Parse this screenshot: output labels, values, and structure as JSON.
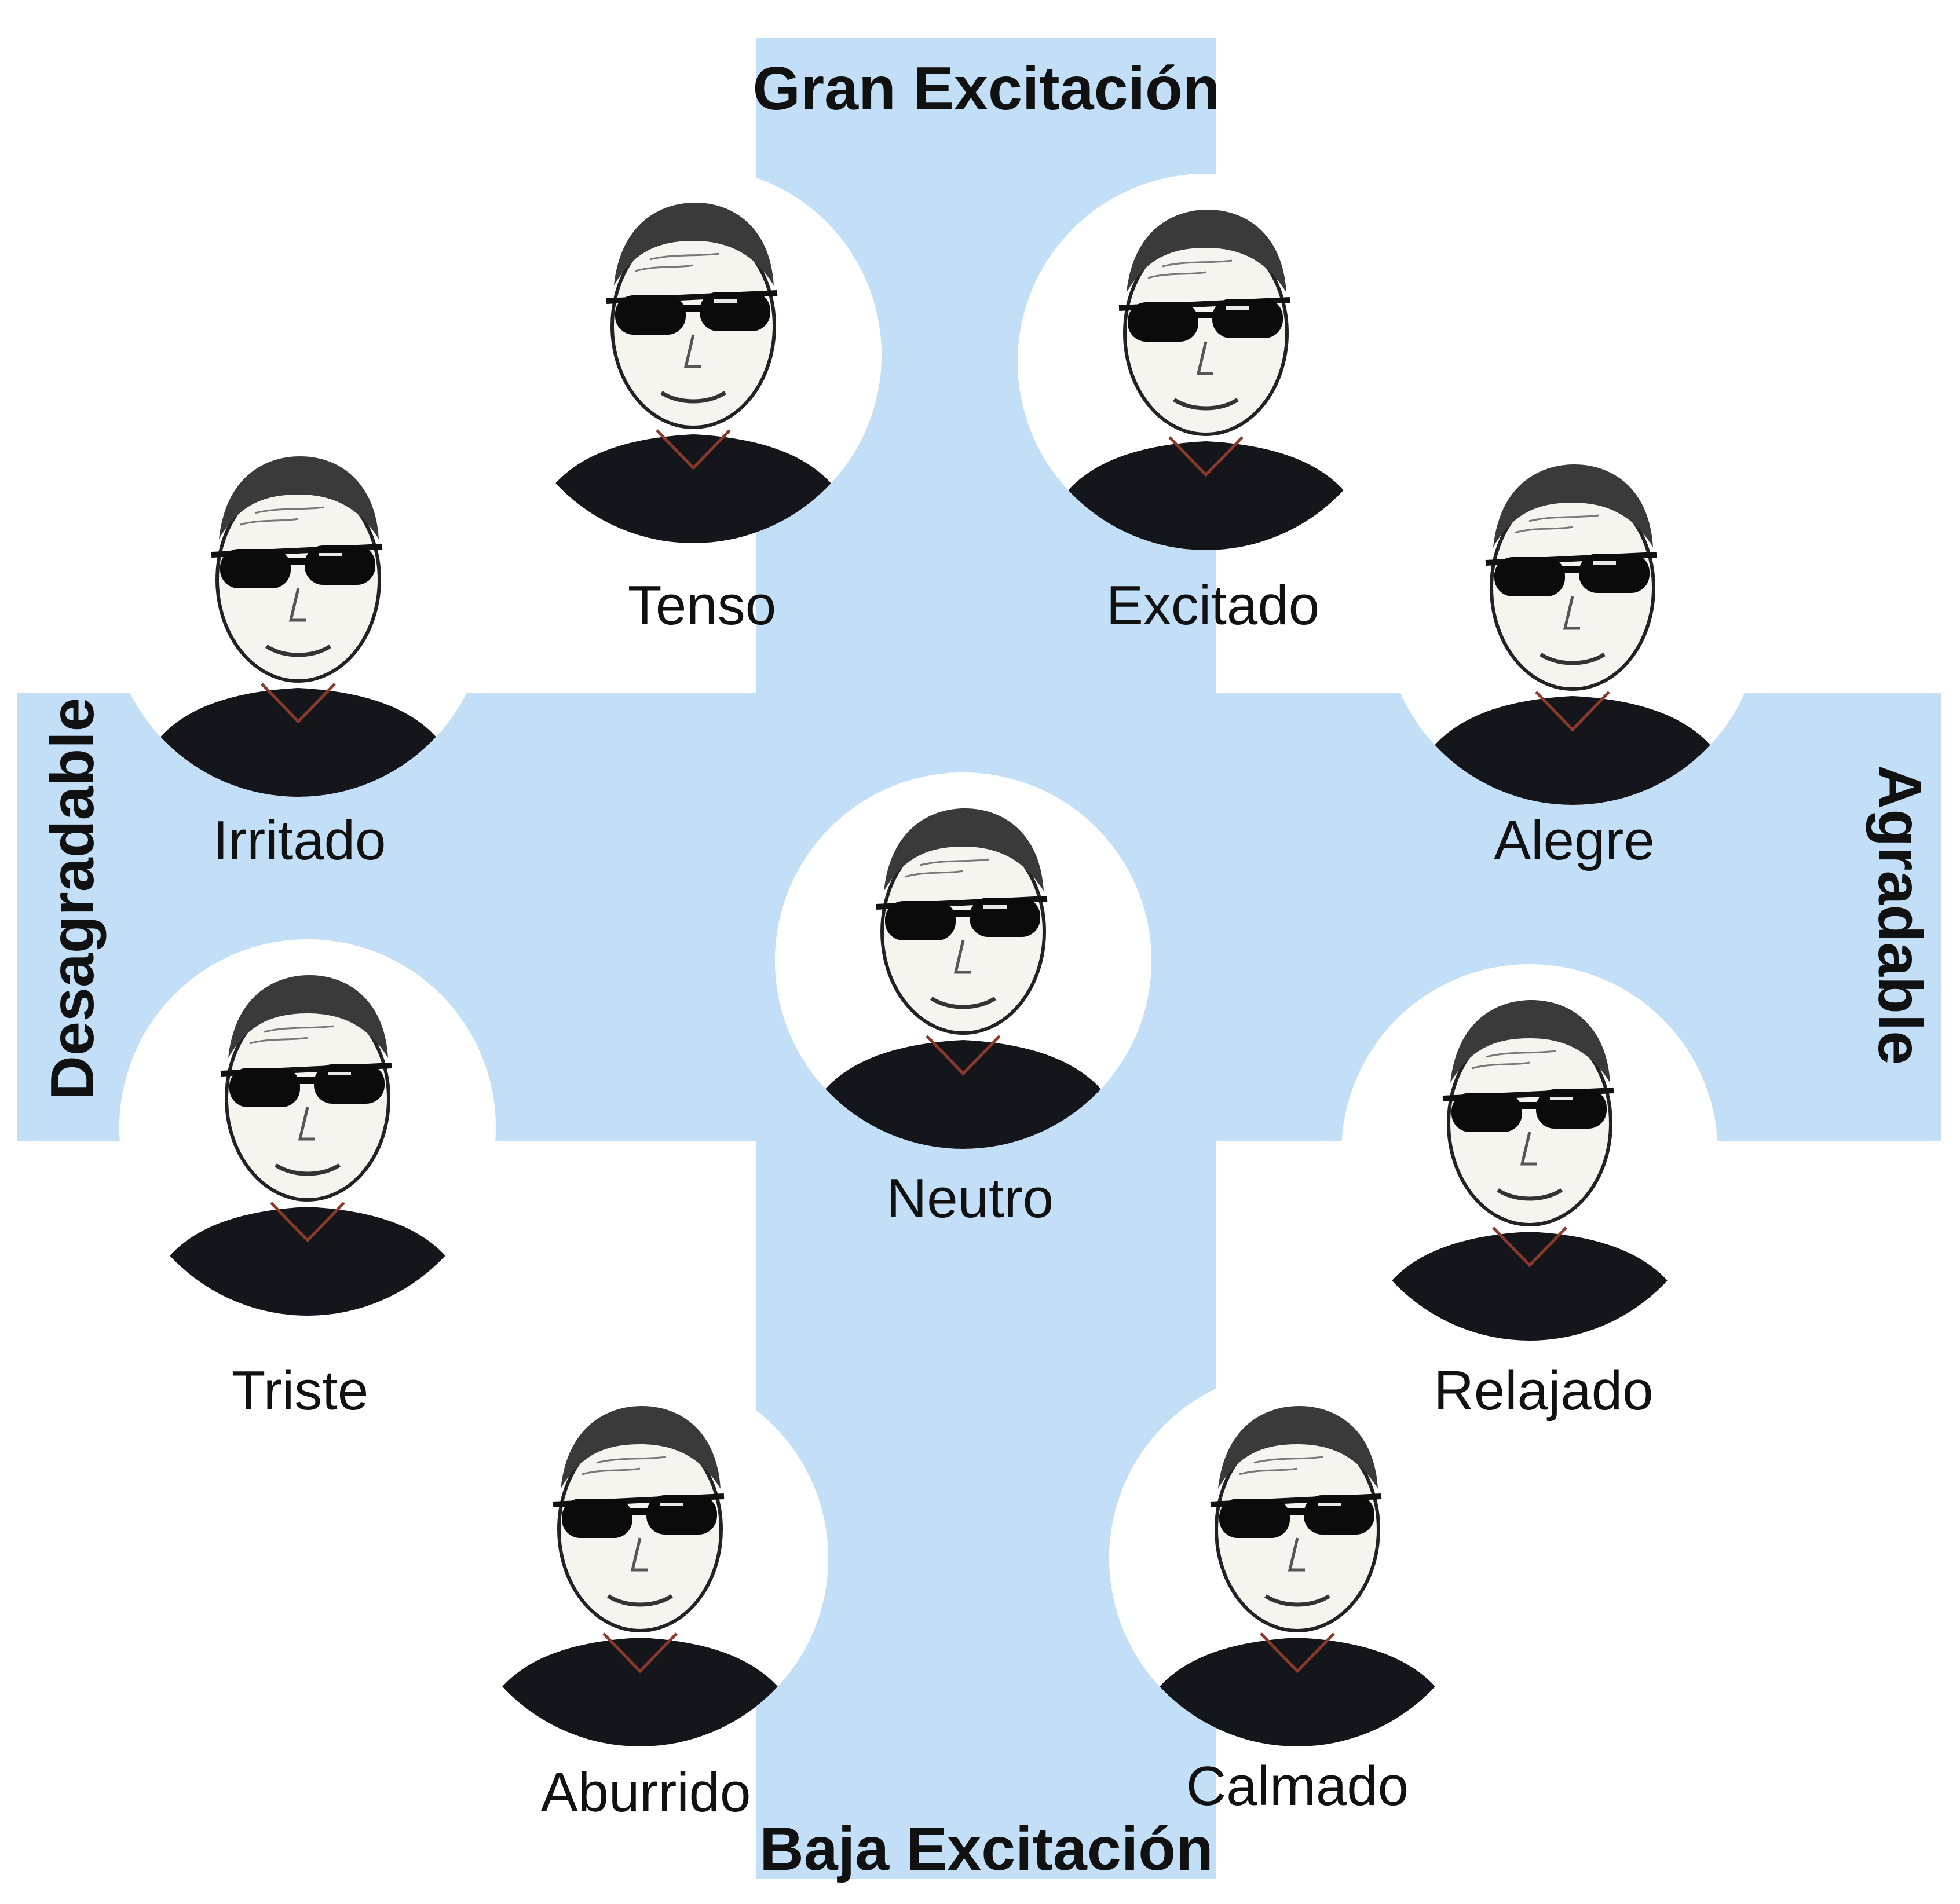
{
  "axes": {
    "top": "Gran Excitación",
    "bottom": "Baja Excitación",
    "left": "Desagradable",
    "right": "Agradable"
  },
  "emotions": [
    "Tenso",
    "Excitado",
    "Irritado",
    "Alegre",
    "Neutro",
    "Triste",
    "Relajado",
    "Aburrido",
    "Calmado"
  ],
  "colors": {
    "cross": "#c2dff7",
    "text": "#111111",
    "background": "#ffffff"
  }
}
